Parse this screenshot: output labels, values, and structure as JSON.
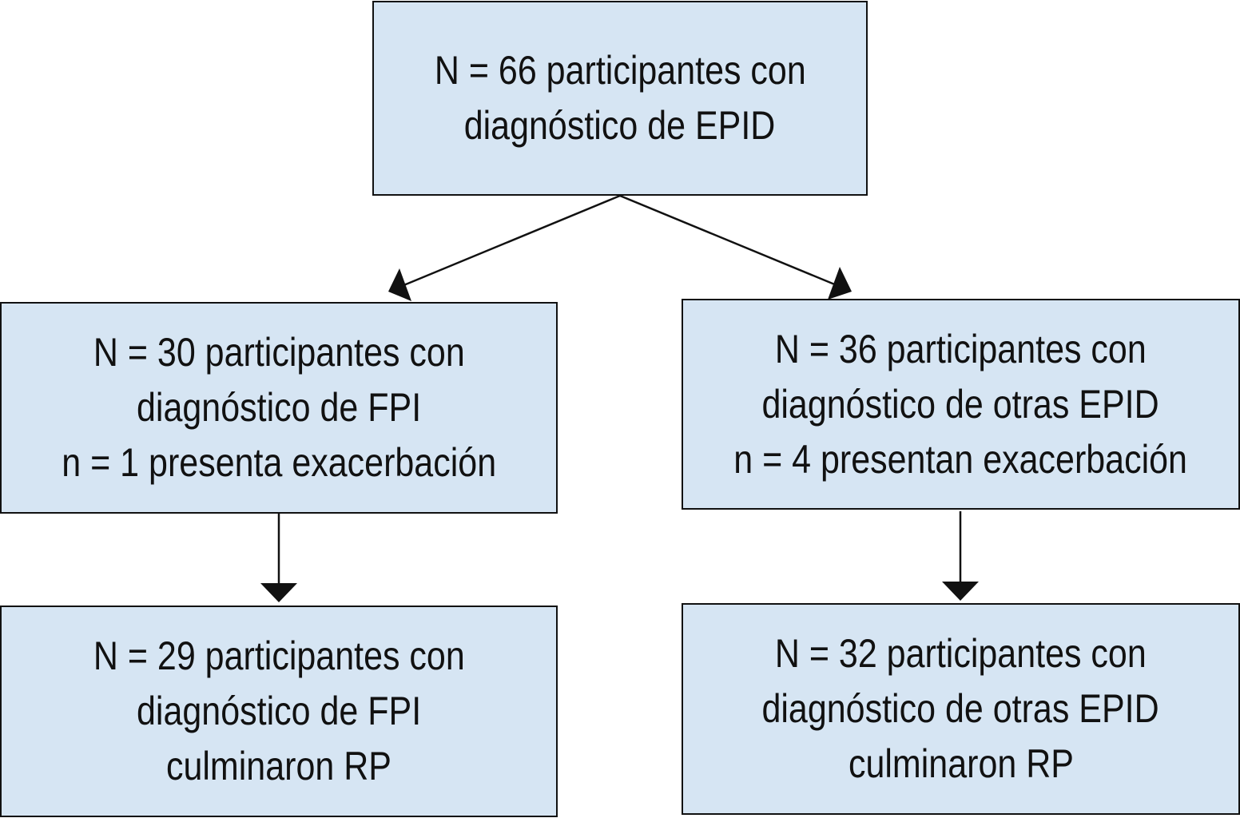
{
  "diagram": {
    "top": {
      "lines": [
        "N = 66 participantes con",
        "diagnóstico de EPID"
      ]
    },
    "left_middle": {
      "lines": [
        "N = 30 participantes con",
        "diagnóstico de FPI",
        "n = 1 presenta exacerbación"
      ]
    },
    "right_middle": {
      "lines": [
        "N = 36 participantes con",
        "diagnóstico de otras EPID",
        "n = 4 presentan exacerbación"
      ]
    },
    "left_bottom": {
      "lines": [
        "N = 29 participantes con",
        "diagnóstico de FPI",
        "culminaron RP"
      ]
    },
    "right_bottom": {
      "lines": [
        "N = 32 participantes con",
        "diagnóstico de otras EPID",
        "culminaron RP"
      ]
    }
  },
  "colors": {
    "box_fill": "#d6e5f3",
    "stroke": "#111111"
  }
}
